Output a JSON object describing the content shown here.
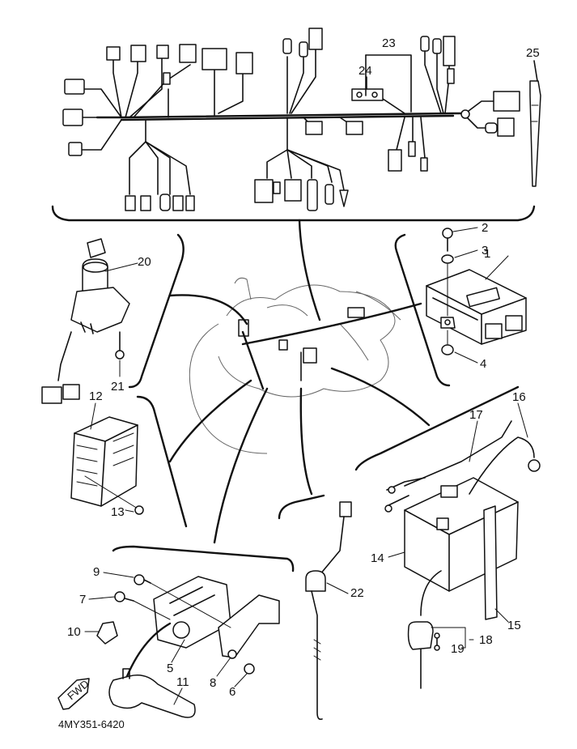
{
  "diagram": {
    "type": "exploded-parts-diagram",
    "drawing_code": "4MY351-6420",
    "direction_arrow": "FWD",
    "callouts": [
      {
        "id": "1"
      },
      {
        "id": "2"
      },
      {
        "id": "3"
      },
      {
        "id": "4"
      },
      {
        "id": "5"
      },
      {
        "id": "6"
      },
      {
        "id": "7"
      },
      {
        "id": "8"
      },
      {
        "id": "9"
      },
      {
        "id": "10"
      },
      {
        "id": "11"
      },
      {
        "id": "12"
      },
      {
        "id": "13"
      },
      {
        "id": "14"
      },
      {
        "id": "15"
      },
      {
        "id": "16"
      },
      {
        "id": "17"
      },
      {
        "id": "18"
      },
      {
        "id": "19"
      },
      {
        "id": "20"
      },
      {
        "id": "21"
      },
      {
        "id": "22"
      },
      {
        "id": "23"
      },
      {
        "id": "24"
      },
      {
        "id": "25"
      }
    ],
    "parts": {
      "wire_harness": "23",
      "harness_clamp": "24",
      "cable_band": "25",
      "cdi_unit": "1",
      "main_switch": "20",
      "rectifier_regulator": "12",
      "ignition_coil": "5",
      "spark_plug_cap": "11",
      "battery": "14",
      "battery_band": "15",
      "battery_cable_minus": "16",
      "battery_cable_plus": "17",
      "neutral_switch": "22",
      "starter_relay": "18"
    }
  }
}
